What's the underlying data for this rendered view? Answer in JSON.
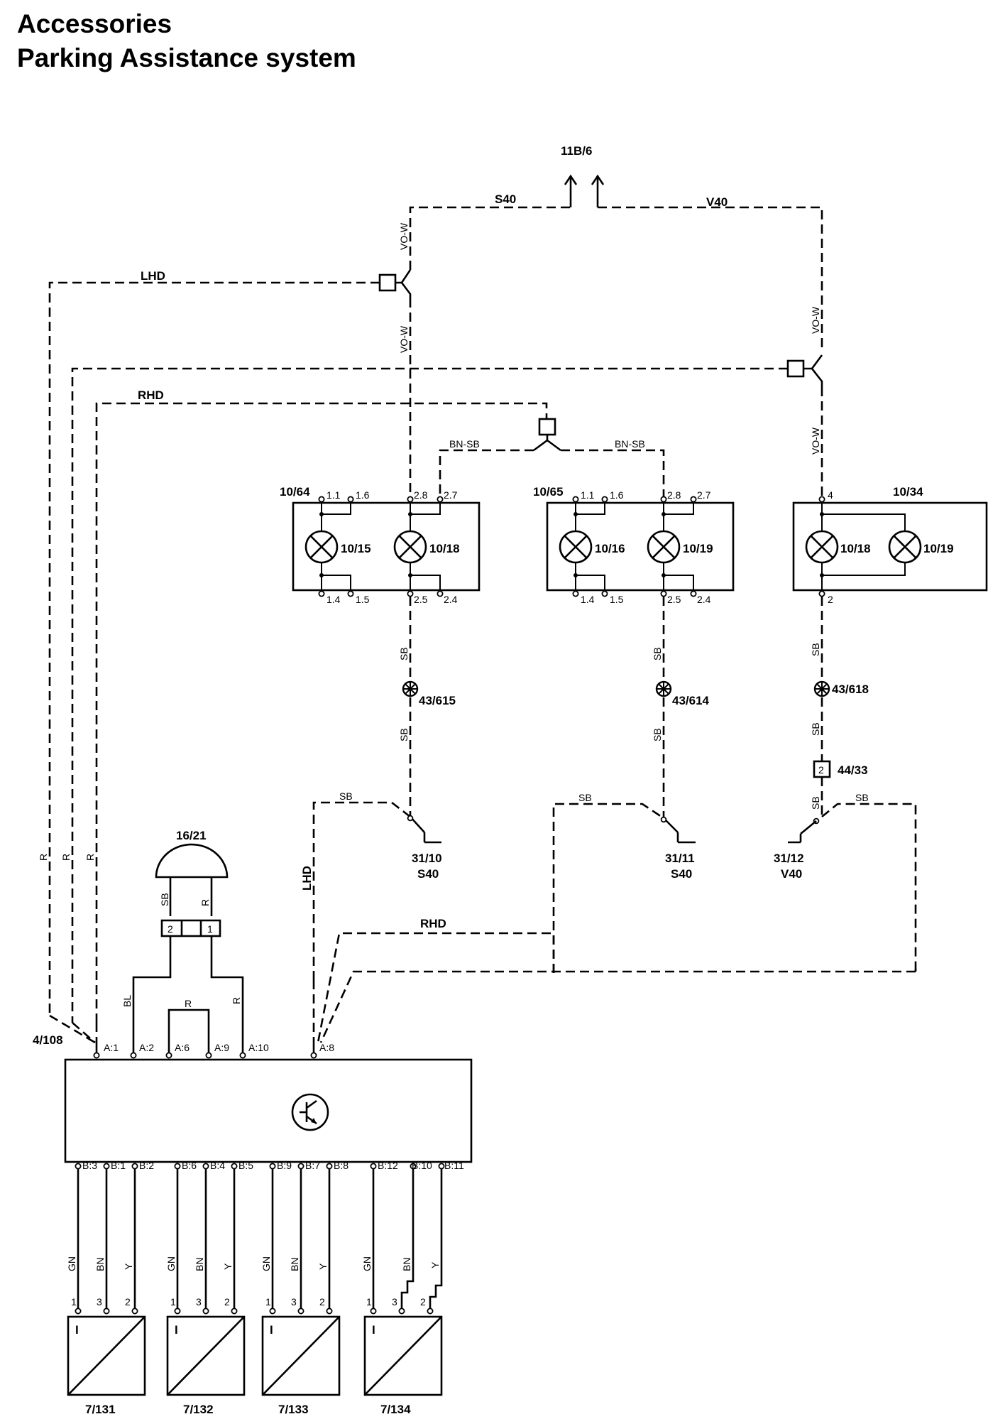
{
  "header": {
    "line1": "Accessories",
    "line2": "Parking Assistance system"
  },
  "refs": {
    "top_connector": "11B/6",
    "s40": "S40",
    "v40": "V40",
    "lhd": "LHD",
    "rhd": "RHD",
    "lamp_unit_a": "10/64",
    "lamp_unit_b": "10/65",
    "lamp_unit_c": "10/34",
    "bulb_1015": "10/15",
    "bulb_1018": "10/18",
    "bulb_1016": "10/16",
    "bulb_1019": "10/19",
    "splice_615": "43/615",
    "splice_614": "43/614",
    "splice_618": "43/618",
    "conn_4433": "44/33",
    "conn_4433_pin": "2",
    "ground_1": "31/10",
    "ground_2": "31/11",
    "ground_3": "31/12",
    "buzzer": "16/21",
    "buzzer_pin_left": "2",
    "buzzer_pin_right": "1",
    "module": "4/108",
    "sensor_1": "7/131",
    "sensor_2": "7/132",
    "sensor_3": "7/133",
    "sensor_4": "7/134",
    "sensor_roman": "I"
  },
  "wire_colors": {
    "vo_w": "VO-W",
    "bn_sb": "BN-SB",
    "sb": "SB",
    "r": "R",
    "bl": "BL",
    "gn": "GN",
    "bn": "BN",
    "y": "Y"
  },
  "pins": {
    "p11": "1.1",
    "p16": "1.6",
    "p28": "2.8",
    "p27": "2.7",
    "p14": "1.4",
    "p15": "1.5",
    "p25": "2.5",
    "p24": "2.4",
    "c_top": "4",
    "c_bot": "2",
    "a1": "A:1",
    "a2": "A:2",
    "a6": "A:6",
    "a9": "A:9",
    "a10": "A:10",
    "a8": "A:8",
    "b3": "B:3",
    "b1": "B:1",
    "b2": "B:2",
    "b6": "B:6",
    "b4": "B:4",
    "b5": "B:5",
    "b9": "B:9",
    "b7": "B:7",
    "b8": "B:8",
    "b12": "B:12",
    "b10": "B:10",
    "b11": "B:11",
    "s1": "1",
    "s3": "3",
    "s2": "2"
  }
}
